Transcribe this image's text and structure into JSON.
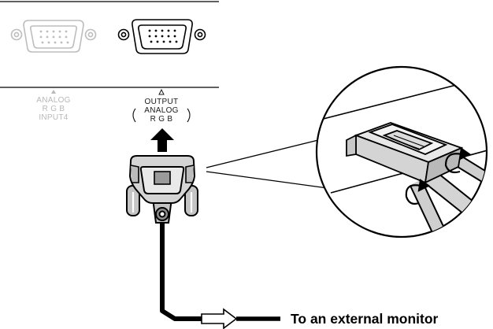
{
  "panel": {
    "input_port": {
      "line1": "ANALOG",
      "line2": "R G B",
      "line3": "INPUT4"
    },
    "output_port": {
      "line1": "OUTPUT",
      "line2": "ANALOG",
      "line3": "R G B"
    }
  },
  "connection": {
    "caption": "To an external monitor"
  },
  "colors": {
    "ink": "#000000",
    "inactive": "#bdbdbd",
    "connector_fill": "#d4d4d4",
    "shade": "#9a9a9a"
  },
  "icons": {
    "input_port_icon": "vga-port-icon",
    "output_port_icon": "vga-port-icon",
    "connector_icon": "vga-plug-icon",
    "direction_icon": "up-arrow-icon",
    "screw_icon": "thumbscrew-rotate-icon"
  }
}
